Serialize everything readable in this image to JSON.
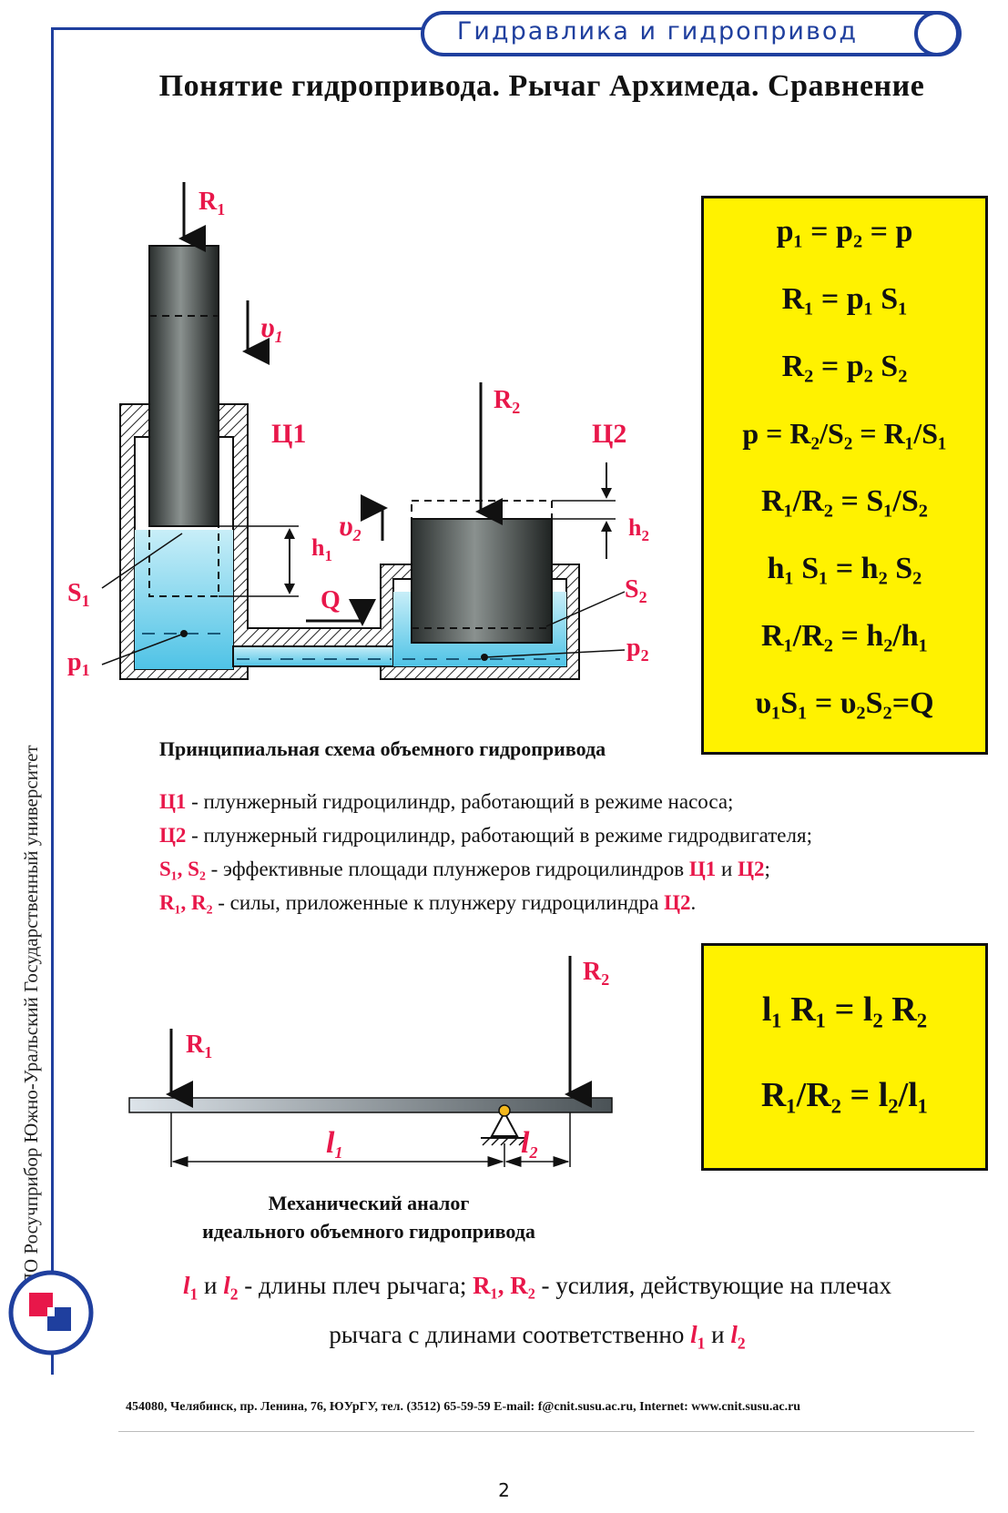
{
  "header": {
    "section": "Гидравлика и гидропривод"
  },
  "title": "Понятие гидропривода. Рычаг Архимеда. Сравнение",
  "side_text": "РНПО Росучприбор   Южно-Уральский Государственный университет",
  "diagram1": {
    "labels": {
      "R1": "R",
      "R1_sub": "1",
      "R2": "R",
      "R2_sub": "2",
      "v1": "υ",
      "v1_sub": "1",
      "v2": "υ",
      "v2_sub": "2",
      "C1": "Ц1",
      "C2": "Ц2",
      "h1": "h",
      "h1_sub": "1",
      "h2": "h",
      "h2_sub": "2",
      "S1": "S",
      "S1_sub": "1",
      "S2": "S",
      "S2_sub": "2",
      "p1": "p",
      "p1_sub": "1",
      "p2": "p",
      "p2_sub": "2",
      "Q": "Q"
    },
    "caption": "Принципиальная схема объемного гидропривода"
  },
  "formulas1": [
    "p₁ = p₂ = p",
    "R₁ = p₁ S₁",
    "R₂ = p₂ S₂",
    "p = R₂/S₂ = R₁/S₁",
    "R₁/R₂ = S₁/S₂",
    "h₁ S₁ = h₂ S₂",
    "R₁/R₂ = h₂/h₁",
    "υ₁S₁ = υ₂S₂=Q"
  ],
  "legend": [
    {
      "term": "Ц1",
      "text": " - плунжерный гидроцилиндр, работающий в режиме насоса;"
    },
    {
      "term": "Ц2",
      "text": " - плунжерный гидроцилиндр, работающий в режиме гидродвигателя;"
    },
    {
      "term": "S₁, S₂",
      "text": " - эффективные площади плунжеров гидроцилиндров ",
      "t2": "Ц1",
      "t3": " и ",
      "t4": "Ц2",
      "t5": ";"
    },
    {
      "term": "R₁, R₂",
      "text": " - силы, приложенные к плунжеру гидроцилиндра ",
      "t2": "Ц2",
      "t3": "."
    }
  ],
  "diagram2": {
    "labels": {
      "R1": "R",
      "R1_sub": "1",
      "R2": "R",
      "R2_sub": "2",
      "l1": "l",
      "l1_sub": "1",
      "l2": "l",
      "l2_sub": "2"
    },
    "caption_line1": "Механический аналог",
    "caption_line2": "идеального объемного гидропривода"
  },
  "formulas2": [
    "l₁ R₁ = l₂ R₂",
    "R₁/R₂ = l₂/l₁"
  ],
  "bottom": {
    "l1": "l",
    "l1_sub": "1",
    "and1": " и ",
    "l2": "l",
    "l2_sub": "2",
    "part1": " - длины плеч рычага; ",
    "R": "R₁, R₂",
    "part2": " - усилия, действующие на плечах",
    "line2": "рычага с длинами соответственно ",
    "l1b": "l",
    "l1b_sub": "1",
    "and2": " и ",
    "l2b": "l",
    "l2b_sub": "2"
  },
  "footer": "454080, Челябинск, пр. Ленина, 76, ЮУрГУ, тел. (3512) 65-59-59 E-mail: f@cnit.susu.ac.ru, Internet: www.cnit.susu.ac.ru",
  "page_number": "2",
  "colors": {
    "accent": "#1f3f9e",
    "label_red": "#e8174a",
    "formula_bg": "#fff200",
    "fluid": "#7fd4ee"
  }
}
